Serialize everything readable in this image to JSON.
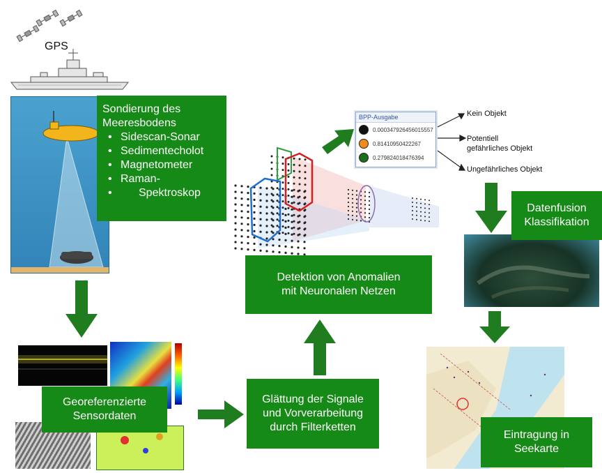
{
  "gps_label": "GPS",
  "sondierung": {
    "title_line1": "Sondierung des",
    "title_line2": "Meeresbodens",
    "items": [
      "Sidescan-Sonar",
      "Sedimentecholot",
      "Magnetometer",
      "Raman-",
      "Spektroskop"
    ]
  },
  "georef": {
    "line1": "Georeferenzierte",
    "line2": "Sensordaten"
  },
  "glaettung": {
    "line1": "Glättung der Signale",
    "line2": "und Vorverarbeitung",
    "line3": "durch Filterketten"
  },
  "detektion": {
    "line1": "Detektion von Anomalien",
    "line2": "mit Neuronalen Netzen"
  },
  "bpp_panel": {
    "title": "BPP-Ausgabe",
    "rows": [
      {
        "color": "#111111",
        "value": "0.000347926456015557"
      },
      {
        "color": "#f08c1a",
        "value": "0.81410950422267"
      },
      {
        "color": "#1d6e1d",
        "value": "0.279824018476394"
      }
    ]
  },
  "outputs": {
    "kein": "Kein Objekt",
    "potentiell_1": "Potentiell",
    "potentiell_2": "gefährliches Objekt",
    "ungefaehrlich": "Ungefährliches Objekt"
  },
  "datenfusion": {
    "line1": "Datenfusion",
    "line2": "Klassifikation"
  },
  "eintragung": {
    "line1": "Eintragung in",
    "line2": "Seekarte"
  },
  "colors": {
    "green_box": "#168a16",
    "arrow": "#1f7d1f",
    "sea": "#3a96c6",
    "seabed": "#e3b46c"
  }
}
